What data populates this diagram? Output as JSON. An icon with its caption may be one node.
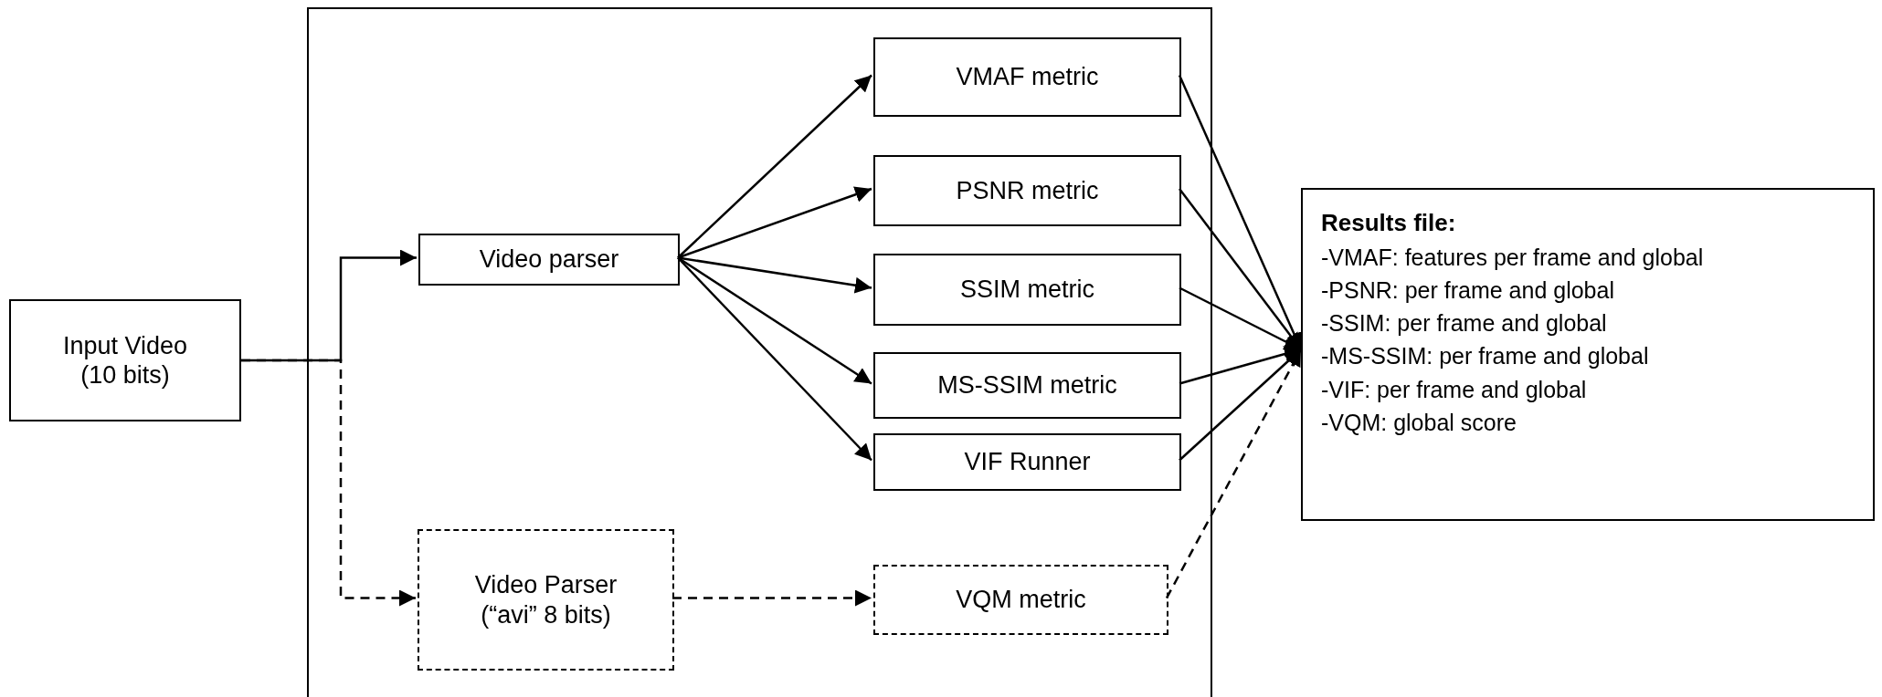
{
  "diagram": {
    "nodes": [
      {
        "text": [
          "Input Video (10 bits)"
        ]
      },
      {
        "text": [],
        "shape": "box"
      },
      {
        "text": [
          "Video parser"
        ],
        "in": 1
      },
      {
        "text": [
          "VMAF metric"
        ],
        "in": 1
      },
      {
        "text": [
          "PSNR metric"
        ],
        "in": 1
      },
      {
        "text": [
          "SSIM metric"
        ],
        "in": 1
      },
      {
        "text": [
          "MS-SSIM metric"
        ],
        "in": 1
      },
      {
        "text": [
          "VIF Runner"
        ],
        "in": 1
      },
      {
        "text": [
          "Video Parser (“avi” 8 bits)"
        ],
        "in": 1
      },
      {
        "text": [
          "VQM metric"
        ],
        "in": 1
      },
      {
        "text": [
          "Results file:",
          "-VMAF: features per frame and global",
          "-PSNR: per frame and global",
          "-SSIM: per frame and global",
          "-MS-SSIM: per frame and global",
          "-VIF: per frame and global",
          "-VQM: global score"
        ]
      }
    ],
    "edges": [
      {
        "from": 0,
        "to": 2,
        "arrow": "to"
      },
      {
        "from": 0,
        "to": 8,
        "arrow": "to",
        "style": "dashed"
      },
      {
        "from": 2,
        "to": 3,
        "arrow": "to"
      },
      {
        "from": 2,
        "to": 4,
        "arrow": "to"
      },
      {
        "from": 2,
        "to": 5,
        "arrow": "to"
      },
      {
        "from": 2,
        "to": 6,
        "arrow": "to"
      },
      {
        "from": 2,
        "to": 7,
        "arrow": "to"
      },
      {
        "from": 8,
        "to": 9,
        "arrow": "to",
        "style": "dashed"
      },
      {
        "from": 3,
        "to": 10,
        "arrow": "to"
      },
      {
        "from": 4,
        "to": 10,
        "arrow": "to"
      },
      {
        "from": 5,
        "to": 10,
        "arrow": "to"
      },
      {
        "from": 6,
        "to": 10,
        "arrow": "to"
      },
      {
        "from": 7,
        "to": 10,
        "arrow": "to"
      },
      {
        "from": 9,
        "to": 10,
        "arrow": "to",
        "style": "dashed"
      }
    ]
  }
}
